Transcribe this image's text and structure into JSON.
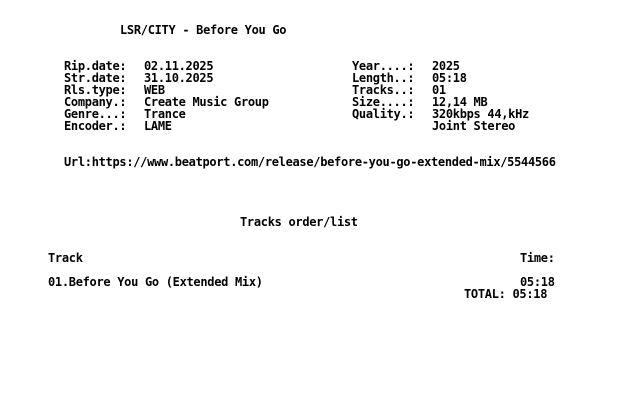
{
  "title": "LSR/CITY - Before You Go",
  "info_left": [
    {
      "key": "Rip.date:",
      "value": "02.11.2025"
    },
    {
      "key": "Str.date:",
      "value": "31.10.2025"
    },
    {
      "key": "Rls.type:",
      "value": "WEB"
    },
    {
      "key": "Company.:",
      "value": "Create Music Group"
    },
    {
      "key": "Genre...:",
      "value": "Trance"
    },
    {
      "key": "Encoder.:",
      "value": "LAME"
    }
  ],
  "info_right": [
    {
      "key": "Year....:",
      "value": "2025"
    },
    {
      "key": "Length..:",
      "value": "05:18"
    },
    {
      "key": "Tracks..:",
      "value": "01"
    },
    {
      "key": "Size....:",
      "value": "12,14 MB"
    },
    {
      "key": "Quality.:",
      "value": "320kbps 44,kHz"
    },
    {
      "key": "",
      "value": "Joint Stereo"
    }
  ],
  "url": "Url:https://www.beatport.com/release/before-you-go-extended-mix/5544566",
  "tracks_heading": "Tracks order/list",
  "track_column_header": "Track",
  "time_column_header": "Time:",
  "tracks": [
    {
      "label": "01.Before You Go (Extended Mix)",
      "time": "05:18"
    }
  ],
  "total_label": "TOTAL:",
  "total_time": "05:18"
}
